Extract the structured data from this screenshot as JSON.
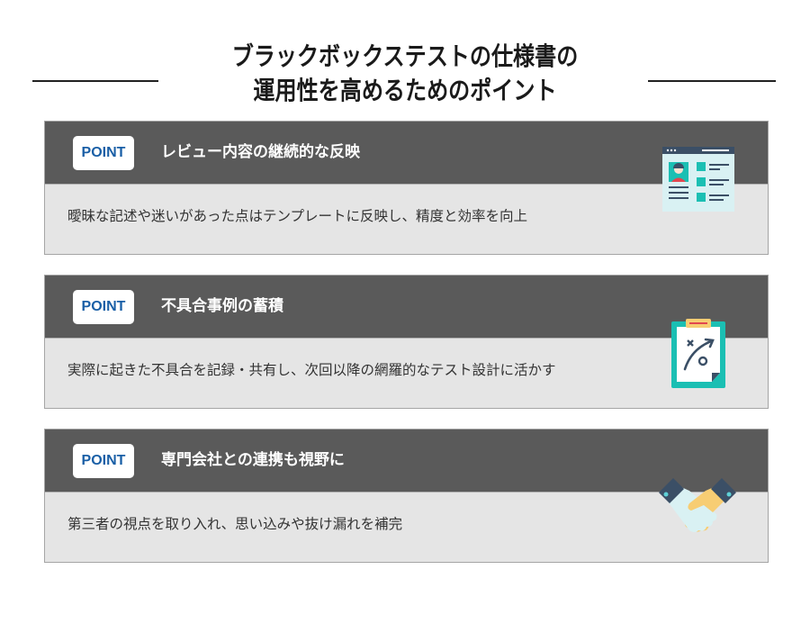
{
  "header": {
    "title_line1": "ブラックボックステストの仕様書の",
    "title_line2": "運用性を高めるためのポイント"
  },
  "cards": [
    {
      "badge": "POINT",
      "title": "レビュー内容の継続的な反映",
      "body": "曖昧な記述や迷いがあった点はテンプレートに反映し、精度と効率を向上",
      "icon": "profile-document-icon"
    },
    {
      "badge": "POINT",
      "title": "不具合事例の蓄積",
      "body": "実際に起きた不具合を記録・共有し、次回以降の網羅的なテスト設計に活かす",
      "icon": "strategy-clipboard-icon"
    },
    {
      "badge": "POINT",
      "title": "専門会社との連携も視野に",
      "body": "第三者の視点を取り入れ、思い込みや抜け漏れを補完",
      "icon": "handshake-icon"
    }
  ],
  "colors": {
    "header_bg": "#5a5a5a",
    "body_bg": "#e5e5e5",
    "badge_text": "#1a5fa6",
    "accent_teal": "#1bbfb3",
    "accent_navy": "#3b4f66",
    "accent_yellow": "#f7cd73"
  }
}
